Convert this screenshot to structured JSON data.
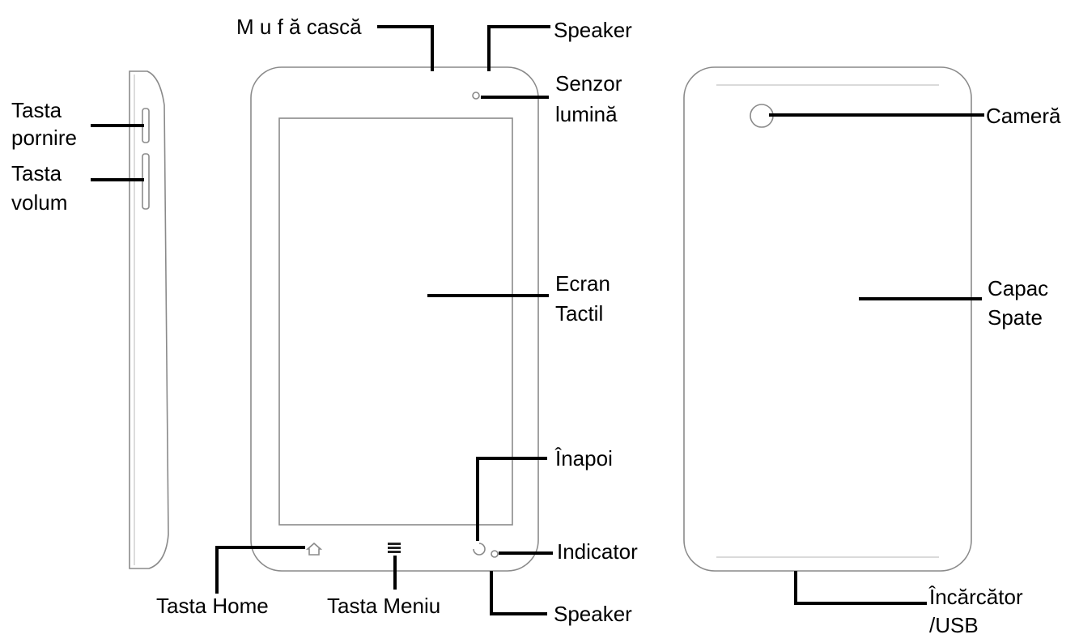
{
  "labels": {
    "headphone_jack": "M u f ă cască",
    "speaker_top": "Speaker",
    "light_sensor_1": "Senzor",
    "light_sensor_2": "lumină",
    "power_key_1": "Tasta",
    "power_key_2": "pornire",
    "volume_key_1": "Tasta",
    "volume_key_2": "volum",
    "touch_screen_1": "Ecran",
    "touch_screen_2": "Tactil",
    "back": "Înapoi",
    "indicator": "Indicator",
    "home_key": "Tasta Home",
    "menu_key": "Tasta Meniu",
    "speaker_bottom": "Speaker",
    "camera": "Cameră",
    "back_cover_1": "Capac",
    "back_cover_2": "Spate",
    "charger_1": "Încărcător",
    "charger_2": "/USB"
  },
  "colors": {
    "outline": "#8a8a8a",
    "leader": "#000000",
    "background": "#ffffff"
  },
  "icons": [
    "home-icon",
    "menu-icon",
    "back-icon"
  ]
}
